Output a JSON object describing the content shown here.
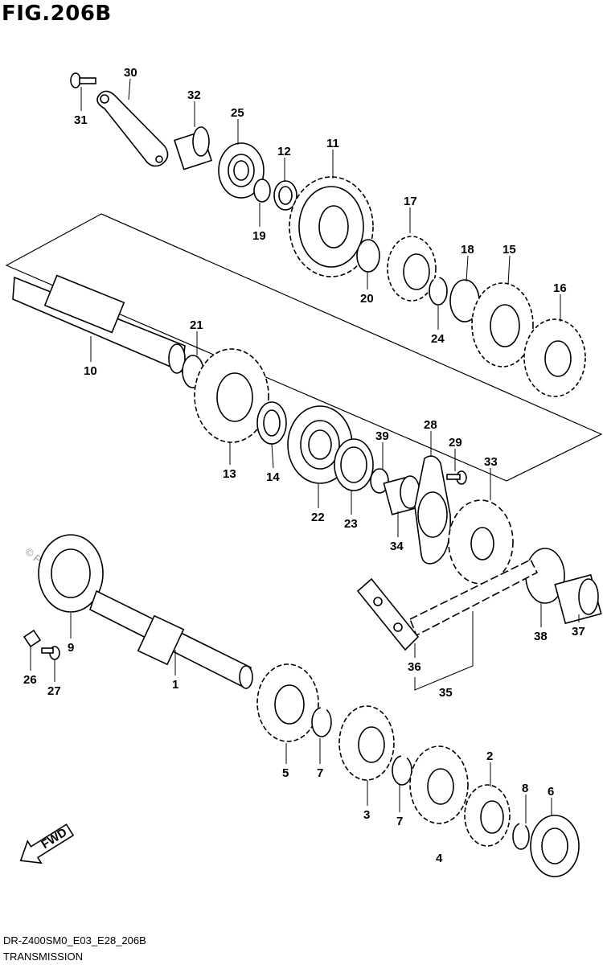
{
  "figure": {
    "title": "FIG.206B",
    "code": "DR-Z400SM0_E03_E28_206B",
    "caption": "TRANSMISSION",
    "watermark": "© Partzilla.com",
    "fwd_label": "FWD"
  },
  "callouts": [
    {
      "id": "30",
      "text": "30"
    },
    {
      "id": "31",
      "text": "31"
    },
    {
      "id": "32",
      "text": "32"
    },
    {
      "id": "25",
      "text": "25"
    },
    {
      "id": "12",
      "text": "12"
    },
    {
      "id": "11",
      "text": "11"
    },
    {
      "id": "19",
      "text": "19"
    },
    {
      "id": "17",
      "text": "17"
    },
    {
      "id": "20",
      "text": "20"
    },
    {
      "id": "18",
      "text": "18"
    },
    {
      "id": "15",
      "text": "15"
    },
    {
      "id": "24",
      "text": "24"
    },
    {
      "id": "16",
      "text": "16"
    },
    {
      "id": "21",
      "text": "21"
    },
    {
      "id": "10",
      "text": "10"
    },
    {
      "id": "13",
      "text": "13"
    },
    {
      "id": "14",
      "text": "14"
    },
    {
      "id": "22",
      "text": "22"
    },
    {
      "id": "23",
      "text": "23"
    },
    {
      "id": "39",
      "text": "39"
    },
    {
      "id": "28",
      "text": "28"
    },
    {
      "id": "29",
      "text": "29"
    },
    {
      "id": "33",
      "text": "33"
    },
    {
      "id": "34",
      "text": "34"
    },
    {
      "id": "9",
      "text": "9"
    },
    {
      "id": "26",
      "text": "26"
    },
    {
      "id": "27",
      "text": "27"
    },
    {
      "id": "1",
      "text": "1"
    },
    {
      "id": "38",
      "text": "38"
    },
    {
      "id": "37",
      "text": "37"
    },
    {
      "id": "36",
      "text": "36"
    },
    {
      "id": "35",
      "text": "35"
    },
    {
      "id": "5",
      "text": "5"
    },
    {
      "id": "7a",
      "text": "7"
    },
    {
      "id": "3",
      "text": "3"
    },
    {
      "id": "7b",
      "text": "7"
    },
    {
      "id": "2",
      "text": "2"
    },
    {
      "id": "8",
      "text": "8"
    },
    {
      "id": "6",
      "text": "6"
    },
    {
      "id": "4",
      "text": "4"
    }
  ]
}
